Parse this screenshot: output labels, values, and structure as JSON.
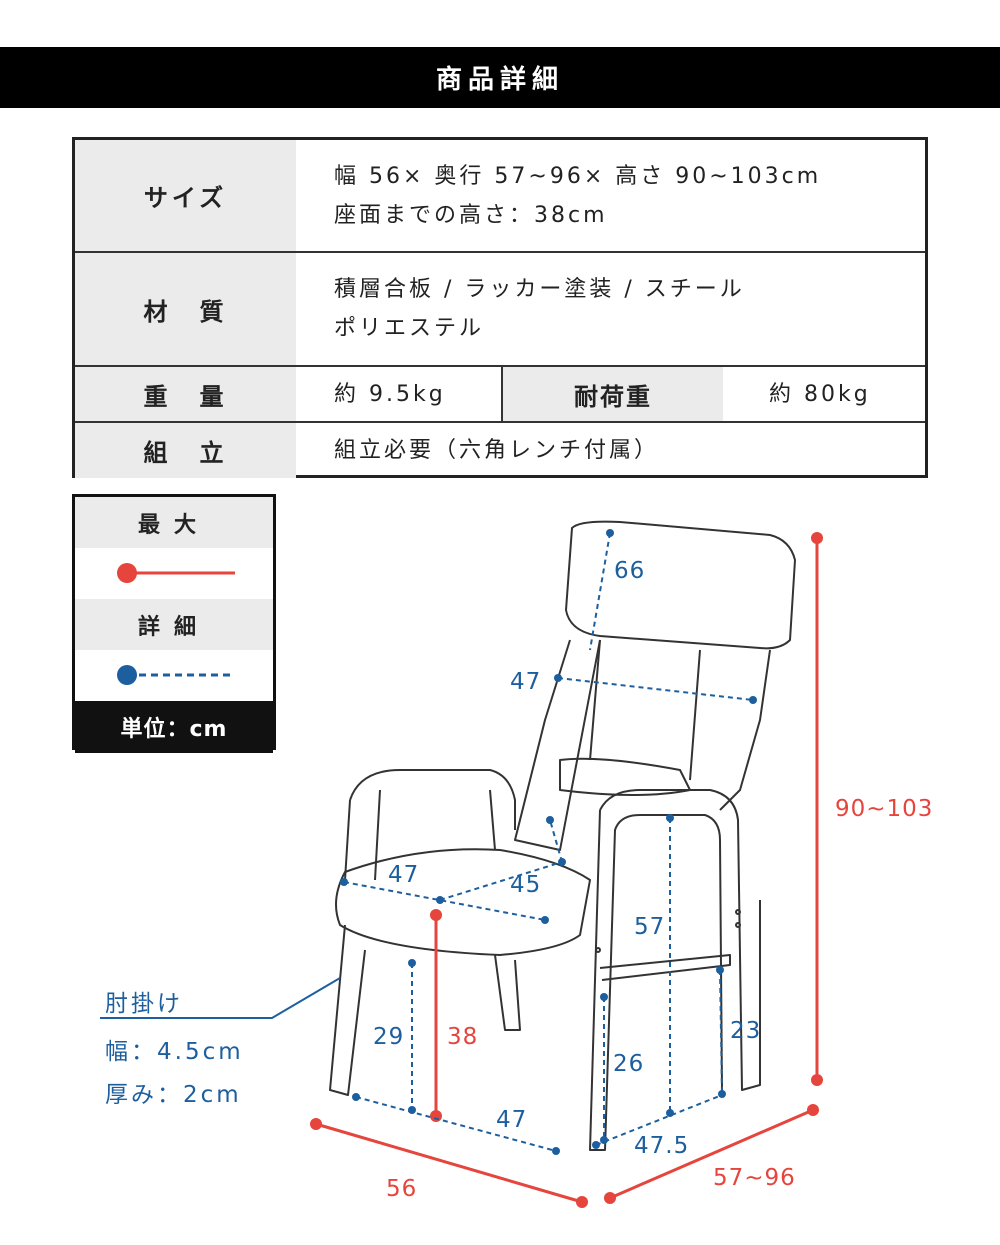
{
  "header": {
    "title": "商品詳細"
  },
  "specs": {
    "size": {
      "label": "サイズ",
      "line1": "幅 56× 奥行 57~96× 高さ 90~103cm",
      "line2": "座面までの高さ：38cm"
    },
    "material": {
      "label": "材　質",
      "line1": "積層合板 / ラッカー塗装 / スチール",
      "line2": "ポリエステル"
    },
    "weight": {
      "label": "重　量",
      "value": "約 9.5kg",
      "load_label": "耐荷重",
      "load_value": "約 80kg"
    },
    "assembly": {
      "label": "組　立",
      "value": "組立必要（六角レンチ付属）"
    }
  },
  "legend": {
    "max": "最大",
    "detail": "詳細",
    "unit": "単位：cm"
  },
  "armrest": {
    "title": "肘掛け",
    "width": "幅：4.5cm",
    "thickness": "厚み：2cm"
  },
  "dimensions": {
    "red": {
      "height": "90~103",
      "seat_height": "38",
      "width": "56",
      "depth": "57~96"
    },
    "blue": {
      "headrest": "66",
      "back_width": "47",
      "seat_depth": "45",
      "seat_width": "47",
      "armrest_height": "57",
      "front_leg": "29",
      "side_leg": "26",
      "rear_leg": "23",
      "base_width": "47",
      "base_depth": "47.5"
    }
  },
  "colors": {
    "max": "#e5453c",
    "detail": "#1d5f9e"
  }
}
